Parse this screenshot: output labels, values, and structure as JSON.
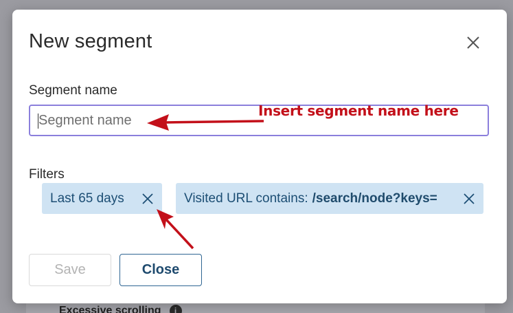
{
  "background": {
    "item_label": "Excessive scrolling",
    "info_icon": "info-icon",
    "info_glyph": "i"
  },
  "modal": {
    "title": "New segment",
    "close_icon": "close-icon",
    "segment_name": {
      "label": "Segment name",
      "placeholder": "Segment name",
      "value": ""
    },
    "filters": {
      "label": "Filters",
      "chips": [
        {
          "text": "Last 65 days",
          "value": "",
          "remove_icon": "close-icon"
        },
        {
          "text": "Visited URL contains:",
          "value": "/search/node?keys=",
          "remove_icon": "close-icon"
        }
      ]
    },
    "buttons": {
      "save_label": "Save",
      "close_label": "Close"
    }
  },
  "annotations": {
    "insert_hint": "Insert segment name here",
    "color": "#c3101a"
  },
  "colors": {
    "input_focus_border": "#8b7fdc",
    "chip_background": "#cfe3f3",
    "chip_text": "#1c4e74",
    "primary_outline": "#2e6592"
  }
}
